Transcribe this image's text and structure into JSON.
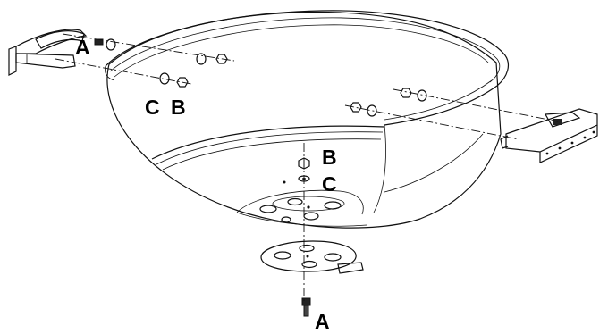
{
  "callouts": {
    "top_left_a": "A",
    "left_c": "C",
    "left_b": "B",
    "center_b": "B",
    "center_c": "C",
    "bottom_a": "A"
  },
  "colors": {
    "line": "#111111",
    "bowl_fill": "#ffffff",
    "hardware_fill": "#2a2a2a"
  },
  "icons": {
    "bowl": "kettle-grill-bowl-icon",
    "handle_left": "bowl-handle-left-icon",
    "handle_right": "bowl-handle-right-icon",
    "ash_catcher_plate": "vent-plate-icon",
    "bolt": "bolt-icon",
    "nut": "hex-nut-icon",
    "washer": "washer-icon"
  }
}
